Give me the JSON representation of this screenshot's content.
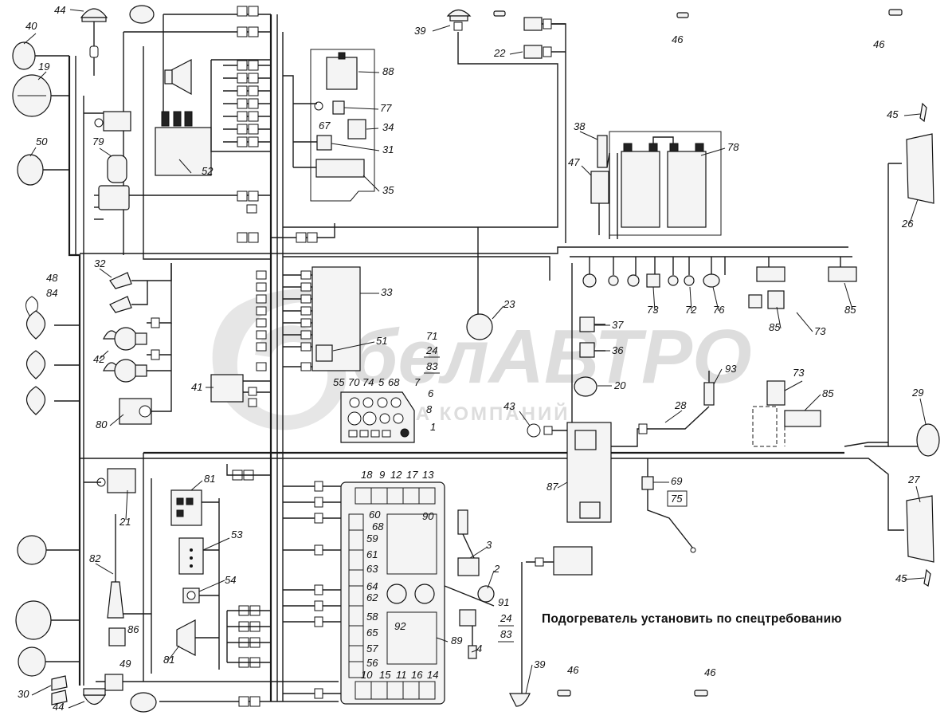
{
  "watermark": {
    "brand": "белАВТРО",
    "subtitle": "ГРУППА КОМПАНИЙ"
  },
  "note": "Подогреватель установить по спецтребованию",
  "labels": {
    "l44a": "44",
    "l40": "40",
    "l19": "19",
    "l50": "50",
    "l79": "79",
    "l52": "52",
    "l48": "48",
    "l84a": "84",
    "l32": "32",
    "l42": "42",
    "l80": "80",
    "l41": "41",
    "l21": "21",
    "l81a": "81",
    "l53": "53",
    "l54": "54",
    "l82": "82",
    "l81b": "81",
    "l86": "86",
    "l49": "49",
    "l30": "30",
    "l44b": "44",
    "l88": "88",
    "l77": "77",
    "l67": "67",
    "l34": "34",
    "l31": "31",
    "l35": "35",
    "l33": "33",
    "l51": "51",
    "l71": "71",
    "l24a": "24",
    "l83a": "83",
    "l55": "55",
    "l70": "70",
    "l74": "74",
    "l5": "5",
    "l68a": "68",
    "l7": "7",
    "l6": "6",
    "l8": "8",
    "l1": "1",
    "l39a": "39",
    "l22": "22",
    "l23": "23",
    "l46a": "46",
    "l46b": "46",
    "l38": "38",
    "l47": "47",
    "l78": "78",
    "l37": "37",
    "l36": "36",
    "l20": "20",
    "l93": "93",
    "l43": "43",
    "l28": "28",
    "l87": "87",
    "l69": "69",
    "l75": "75",
    "l73a": "73",
    "l72": "72",
    "l76": "76",
    "l85a": "85",
    "l85b": "85",
    "l73b": "73",
    "l73c": "73",
    "l85c": "85",
    "l45a": "45",
    "l26": "26",
    "l29": "29",
    "l27": "27",
    "l45b": "45",
    "l18": "18",
    "l9": "9",
    "l12": "12",
    "l17": "17",
    "l13": "13",
    "l60": "60",
    "l68b": "68",
    "l90": "90",
    "l59": "59",
    "l61": "61",
    "l63": "63",
    "l64": "64",
    "l62": "62",
    "l58": "58",
    "l65": "65",
    "l57": "57",
    "l56": "56",
    "l10": "10",
    "l15": "15",
    "l11": "11",
    "l16": "16",
    "l14": "14",
    "l92": "92",
    "l89": "89",
    "l3": "3",
    "l2": "2",
    "l91": "91",
    "l24b": "24",
    "l83b": "83",
    "l4": "4",
    "l39b": "39",
    "l46c": "46",
    "l46d": "46"
  }
}
